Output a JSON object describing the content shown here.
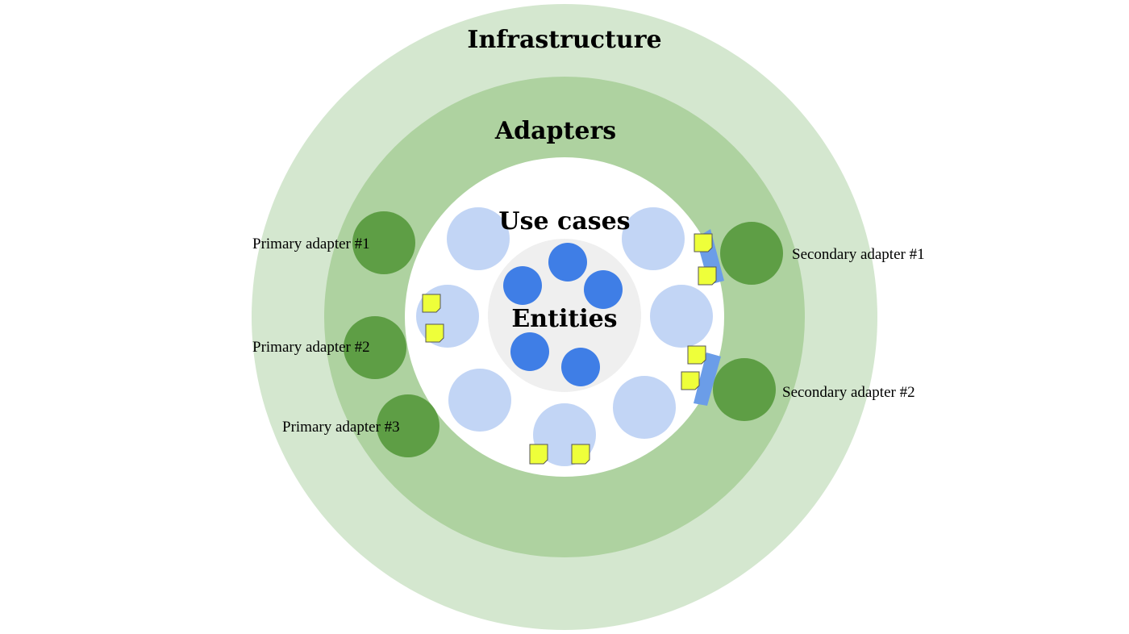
{
  "colors": {
    "infrastructure_ring": "#d4e7cf",
    "adapters_ring": "#aed2a0",
    "use_cases_core": "#ffffff",
    "use_case_circle": "#c2d5f5",
    "entities_core": "#efefef",
    "entity_circle": "#3f7ee6",
    "adapter_circle": "#5e9e45",
    "port_bar": "#6b9de8",
    "sticky_note": "#eeff3a",
    "sticky_note_border": "#555555"
  },
  "rings": {
    "infrastructure": {
      "title": "Infrastructure"
    },
    "adapters": {
      "title": "Adapters"
    },
    "use_cases": {
      "title": "Use cases"
    },
    "entities": {
      "title": "Entities"
    }
  },
  "adapters": {
    "primary": [
      {
        "label": "Primary adapter #1"
      },
      {
        "label": "Primary adapter #2"
      },
      {
        "label": "Primary adapter #3"
      }
    ],
    "secondary": [
      {
        "label": "Secondary adapter #1"
      },
      {
        "label": "Secondary adapter #2"
      }
    ]
  }
}
